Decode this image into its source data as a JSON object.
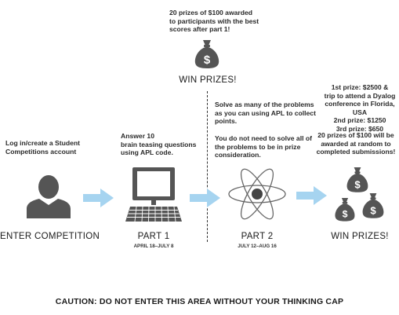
{
  "top_prize": {
    "note": "20 prizes of $100 awarded\nto participants with the best\nscores after part 1!",
    "label": "WIN PRIZES!"
  },
  "enter": {
    "note": "Log in/create a Student\nCompetitions account",
    "label": "ENTER COMPETITION"
  },
  "part1": {
    "note": "Answer 10\nbrain teasing questions\nusing APL code.",
    "label": "PART 1",
    "dates": "APRIL 18–JULY 8"
  },
  "part2": {
    "note1": "Solve as many of the problems\nas you can using APL to collect\npoints.",
    "note2": "You do not need to solve all of\nthe problems to be in prize\nconsideration.",
    "label": "PART 2",
    "dates": "JULY 12–AUG 16"
  },
  "final_prize": {
    "prizes": "1st prize: $2500 &\ntrip to attend a Dyalog\nconference in Florida, USA\n2nd prize: $1250\n3rd prize: $650",
    "random": "20 prizes of $100 will be\nawarded at random to\ncompleted submissions!",
    "label": "WIN PRIZES!"
  },
  "footer": {
    "caution": "CAUTION: DO NOT ENTER THIS AREA WITHOUT YOUR THINKING CAP"
  },
  "colors": {
    "arrow": "#a6d4f0",
    "icon_dark": "#555555",
    "icon_mid": "#6b6b6b",
    "divider": "#333333"
  },
  "icons": [
    "money-bag-icon",
    "person-icon",
    "computer-icon",
    "atom-icon"
  ]
}
